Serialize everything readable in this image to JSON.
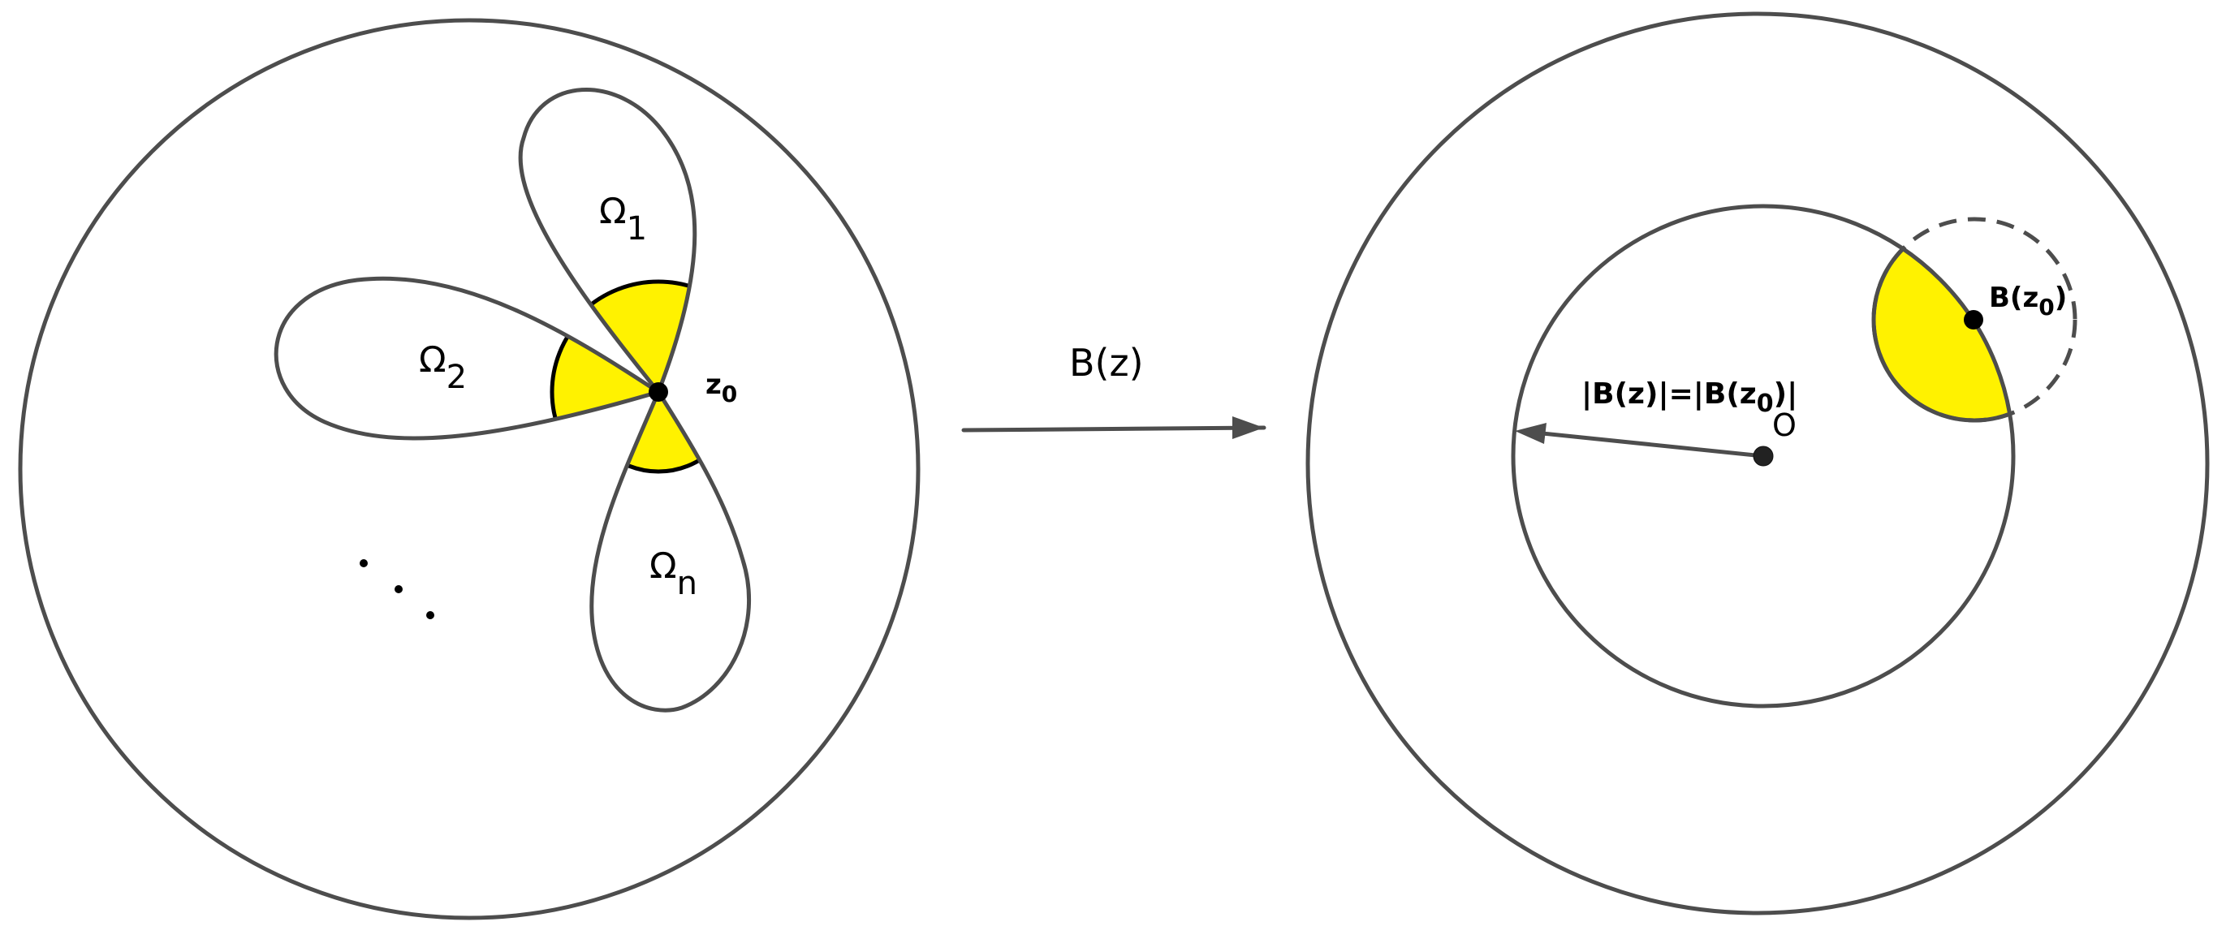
{
  "colors": {
    "stroke": "#4d4d4d",
    "highlight": "#fff200",
    "point": "#000000",
    "origin_point": "#222222"
  },
  "left_domain": {
    "petals": [
      {
        "label": "Ω",
        "subscript": "1"
      },
      {
        "label": "Ω",
        "subscript": "2"
      },
      {
        "label": "Ω",
        "subscript": "n"
      }
    ],
    "point_label": "z",
    "point_subscript": "0",
    "ellipsis": "⋱"
  },
  "mapping": {
    "label": "B(z)"
  },
  "right_domain": {
    "level_curve_label_prefix": "|B(z)|=|B(z",
    "level_curve_label_subscript": "0",
    "level_curve_label_suffix": ")|",
    "origin_label": "O",
    "image_point_label_prefix": "B(z",
    "image_point_label_subscript": "0",
    "image_point_label_suffix": ")"
  }
}
